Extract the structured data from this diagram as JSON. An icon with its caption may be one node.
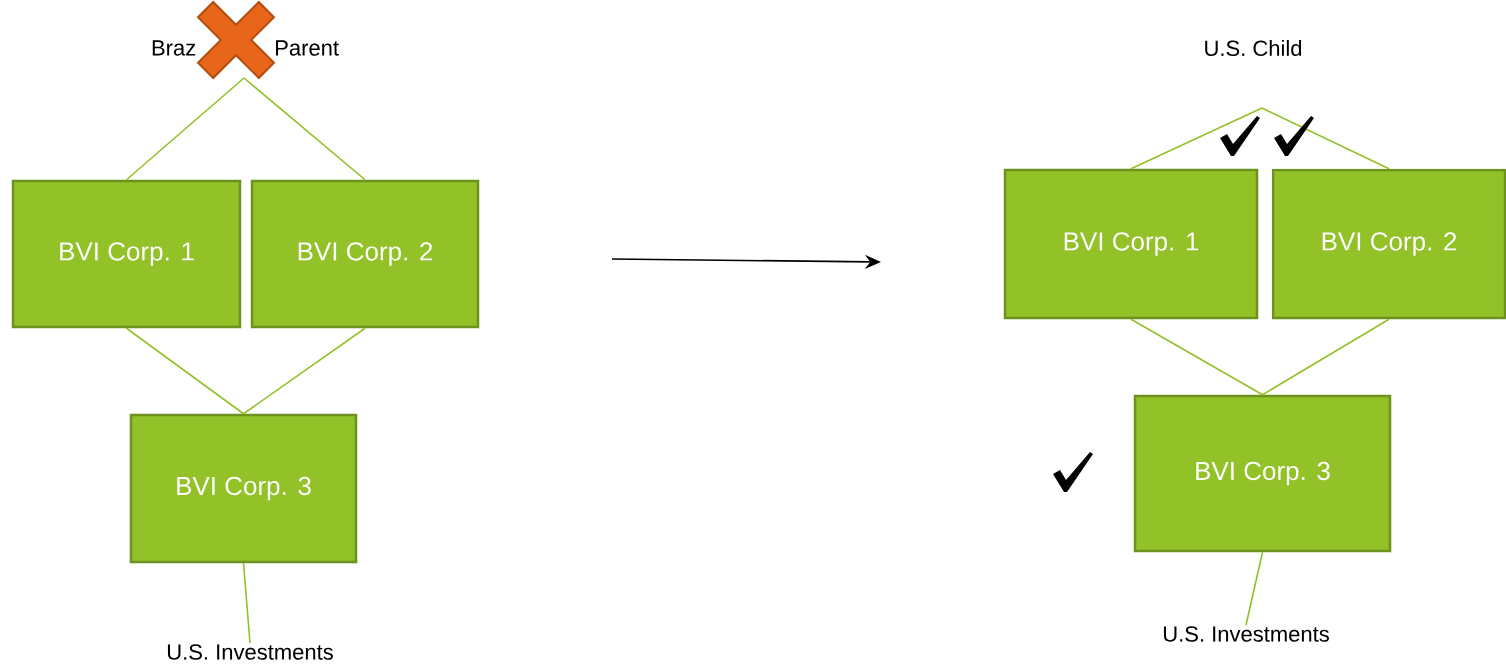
{
  "diagram": {
    "nodes": [
      {
        "text": [
          "Braz",
          "Parent"
        ]
      },
      {
        "text": [],
        "shape": "cross"
      },
      {
        "text": [
          "BVI Corp. 1"
        ]
      },
      {
        "text": [
          "BVI Corp. 2"
        ]
      },
      {
        "text": [
          "BVI Corp. 3"
        ]
      },
      {
        "text": [
          "U.S. Investments"
        ]
      },
      {
        "text": [
          "U.S. Child"
        ]
      },
      {
        "text": [
          "BVI Corp. 1"
        ]
      },
      {
        "text": [
          "BVI Corp. 2"
        ]
      },
      {
        "text": [
          "BVI Corp. 3"
        ]
      },
      {
        "text": [
          "U.S. Investments"
        ]
      }
    ],
    "edges": [
      {
        "from": 0,
        "to": 2,
        "arrow": "none"
      },
      {
        "from": 0,
        "to": 3,
        "arrow": "none"
      },
      {
        "from": 2,
        "to": 4,
        "arrow": "none"
      },
      {
        "from": 3,
        "to": 4,
        "arrow": "none"
      },
      {
        "from": 4,
        "to": 5,
        "arrow": "none"
      },
      {
        "from": 6,
        "to": 7,
        "arrow": "none"
      },
      {
        "from": 6,
        "to": 8,
        "arrow": "none"
      },
      {
        "from": 7,
        "to": 9,
        "arrow": "none"
      },
      {
        "from": 8,
        "to": 9,
        "arrow": "none"
      },
      {
        "from": 9,
        "to": 10,
        "arrow": "none"
      }
    ]
  }
}
